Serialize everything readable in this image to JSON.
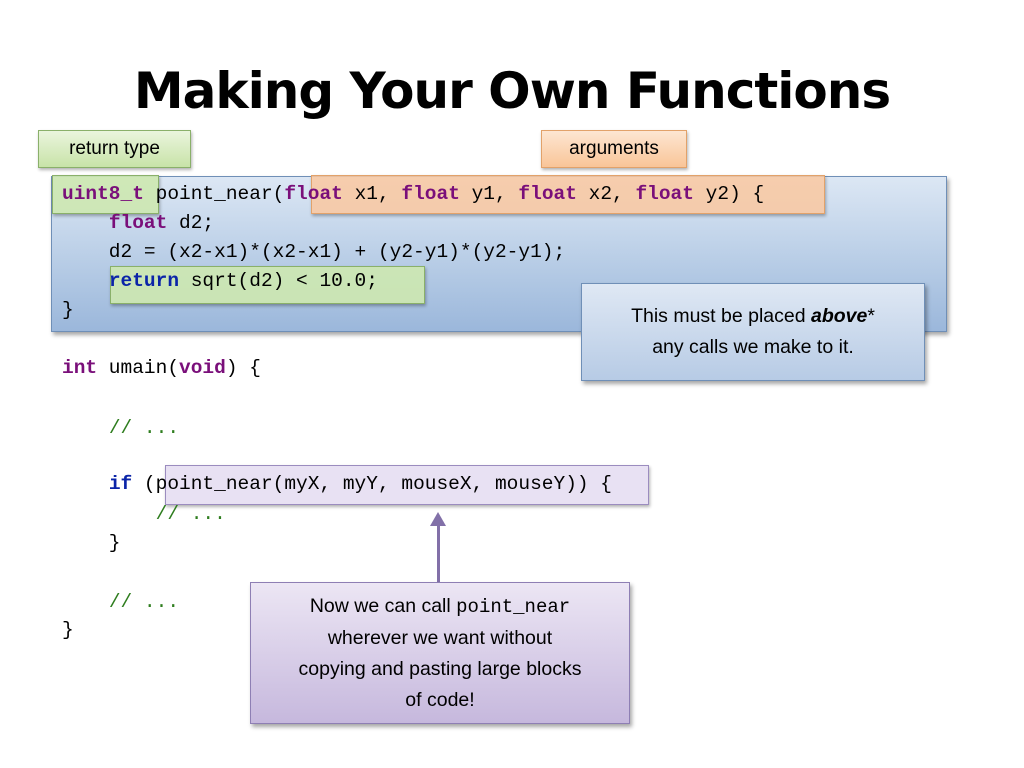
{
  "slide": {
    "title": "Making Your Own Functions"
  },
  "labels": {
    "return_type": "return type",
    "arguments": "arguments"
  },
  "code": {
    "line1": {
      "type": "uint8_t",
      "sp1": " ",
      "name": "point_near(",
      "kw1": "float",
      "a1": " x1, ",
      "kw2": "float",
      "a2": " y1, ",
      "kw3": "float",
      "a3": " x2, ",
      "kw4": "float",
      "a4": " y2) {"
    },
    "line2": {
      "indent": "    ",
      "kw": "float",
      "rest": " d2;"
    },
    "line3": {
      "text": "    d2 = (x2-x1)*(x2-x1) + (y2-y1)*(y2-y1);"
    },
    "line4": {
      "indent": "    ",
      "kw": "return",
      "rest": " sqrt(d2) < 10.0;"
    },
    "line5": {
      "text": "}"
    },
    "line6": {
      "kw1": "int",
      "mid": " umain(",
      "kw2": "void",
      "end": ") {"
    },
    "line7": {
      "indent": "    ",
      "comment": "// ..."
    },
    "line8": {
      "indent": "    ",
      "kw": "if",
      "rest": " (point_near(myX, myY, mouseX, mouseY)) {"
    },
    "line9": {
      "indent": "        ",
      "comment": "// ..."
    },
    "line10": {
      "text": "    }"
    },
    "line11": {
      "indent": "    ",
      "comment": "// ..."
    },
    "line12": {
      "text": "}"
    }
  },
  "callouts": {
    "above": {
      "part1": "This must be placed ",
      "emph": "above",
      "part2": "*",
      "line2": "any calls we make to it."
    },
    "call": {
      "part1": "Now we can call ",
      "code": "point_near",
      "line2": "wherever we want without",
      "line3": "copying and pasting large blocks",
      "line4": "of code!"
    }
  },
  "colors": {
    "keyword_purple": "#7a0f7a",
    "keyword_blue": "#0b24a8",
    "comment_green": "#2e7d1e",
    "arrow": "#8270a8"
  }
}
